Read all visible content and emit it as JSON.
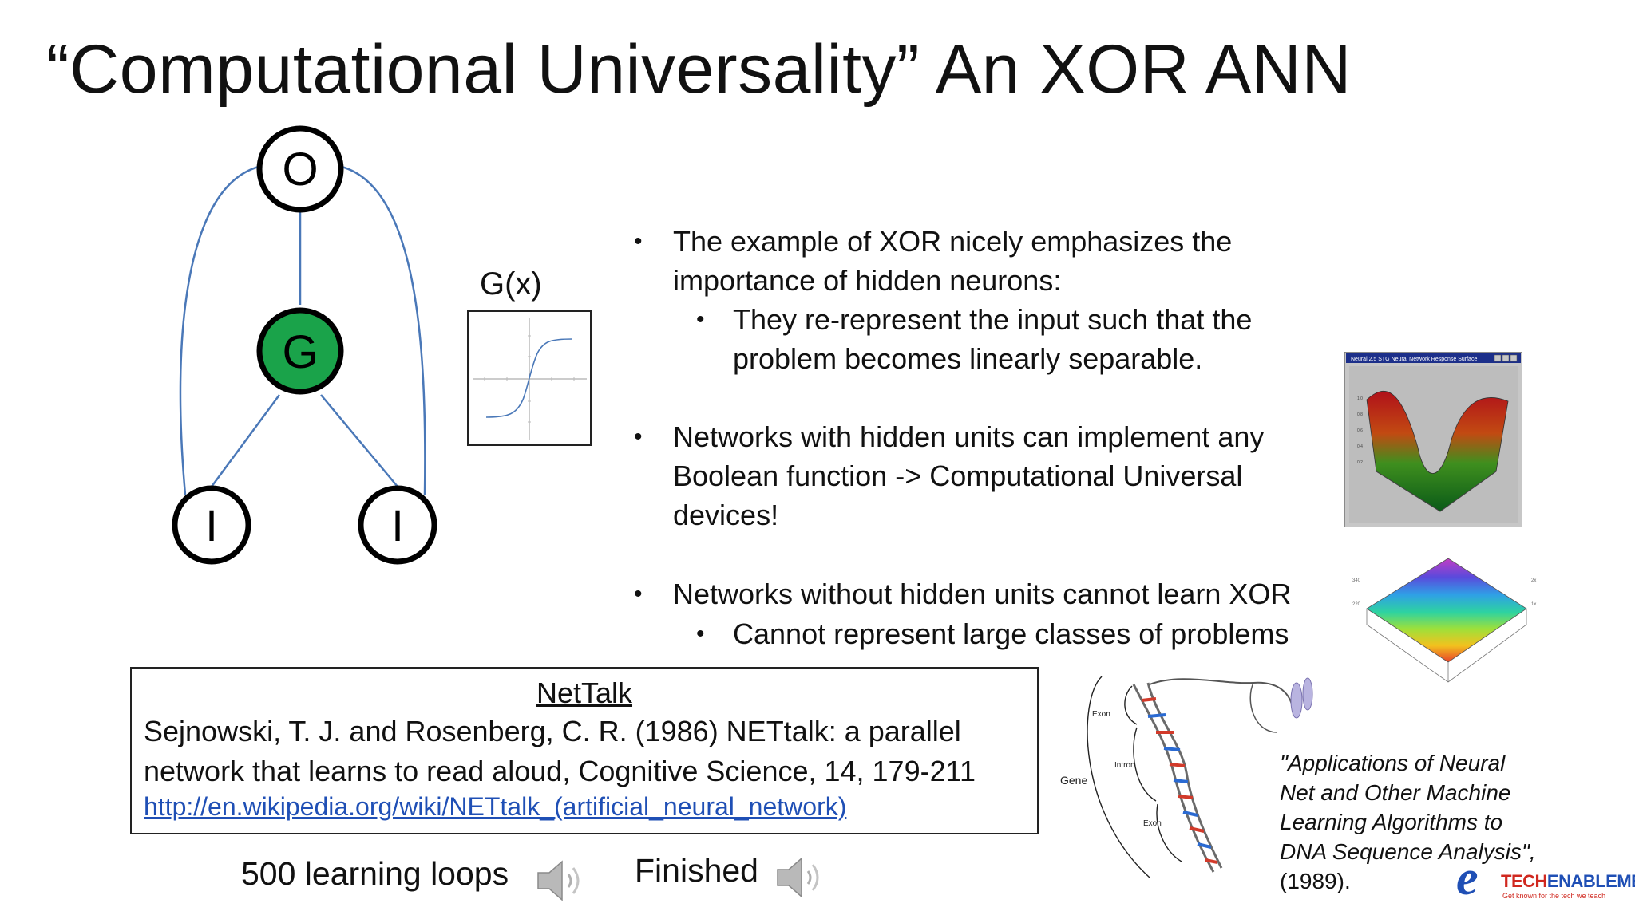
{
  "slide": {
    "title": "“Computational Universality” An XOR ANN"
  },
  "network": {
    "output_label": "O",
    "hidden_label": "G",
    "input_label_left": "I",
    "input_label_right": "I",
    "hidden_color": "#1aa34a",
    "edge_color": "#4a78b8"
  },
  "activation": {
    "label": "G(x)"
  },
  "bullets": [
    {
      "text_lines": [
        "The example of XOR nicely emphasizes the",
        "importance of hidden neurons:"
      ]
    },
    {
      "text_lines": [
        "They re-represent the input such that the",
        "problem becomes linearly separable."
      ]
    },
    {
      "text_lines": [
        "Networks with hidden units can implement any",
        "Boolean function -> Computational Universal",
        "devices!"
      ]
    },
    {
      "text_lines": [
        "Networks without hidden units cannot learn XOR"
      ]
    },
    {
      "text_lines": [
        "Cannot represent large classes of problems"
      ]
    }
  ],
  "reference": {
    "title": "NetTalk",
    "line1": "Sejnowski, T. J. and Rosenberg, C. R. (1986) NETtalk: a parallel",
    "line2": "network that learns to read aloud, Cognitive Science, 14, 179-211",
    "link": "http://en.wikipedia.org/wiki/NETtalk_(artificial_neural_network)"
  },
  "audio": {
    "loops_label": "500 learning loops",
    "finished_label": "Finished"
  },
  "surface_window": {
    "title": "Neural 2.5 STG  Neural Network Response Surface"
  },
  "dna_figure": {
    "gene_label": "Gene",
    "exon_label": "Exon",
    "intron_label": "Intron",
    "exon_label_2": "Exon"
  },
  "dna_caption": {
    "lines": [
      "\"Applications of Neural",
      "Net and Other Machine",
      "Learning Algorithms to",
      "DNA Sequence Analysis\","
    ],
    "year": "(1989)."
  },
  "logo": {
    "letter": "e",
    "brand_part1": "TECH",
    "brand_part2": "ENABLEMENT",
    "tagline": "Get known for the tech we teach"
  }
}
